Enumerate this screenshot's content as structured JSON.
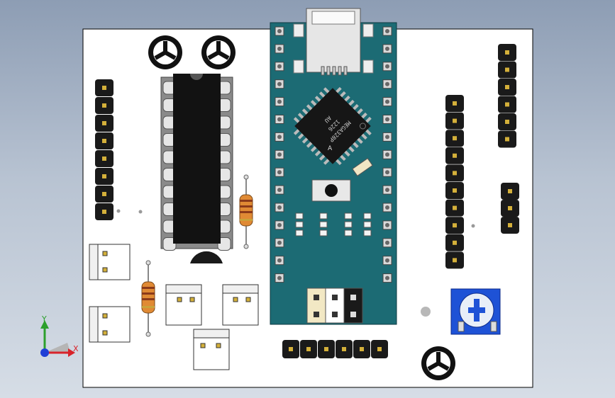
{
  "viewport": {
    "background_top": "#8d9db4",
    "background_bottom": "#d6dde6"
  },
  "board": {
    "color": "#ffffff",
    "outline": "#000000"
  },
  "arduino": {
    "pcb_color": "#1c6b74",
    "chip_label_line1": "MEGA328P",
    "chip_label_line2": "1226",
    "chip_label_line3": "AU",
    "chip_marker": "A"
  },
  "axes": {
    "x_label": "X",
    "y_label": "Y",
    "x_color": "#d8232a",
    "y_color": "#2ca02c",
    "z_color": "#1f3fd6"
  },
  "colors": {
    "pin_black": "#1a1a1a",
    "pin_gold": "#d4b03a",
    "ic_body": "#121212",
    "socket_grey": "#8a8a8a",
    "resistor_body": "#e08a34",
    "resistor_band": "#8b3a1a",
    "pot_blue": "#1e52d6",
    "jumper_cream": "#f2e8c4",
    "jumper_black": "#1a1a1a"
  }
}
